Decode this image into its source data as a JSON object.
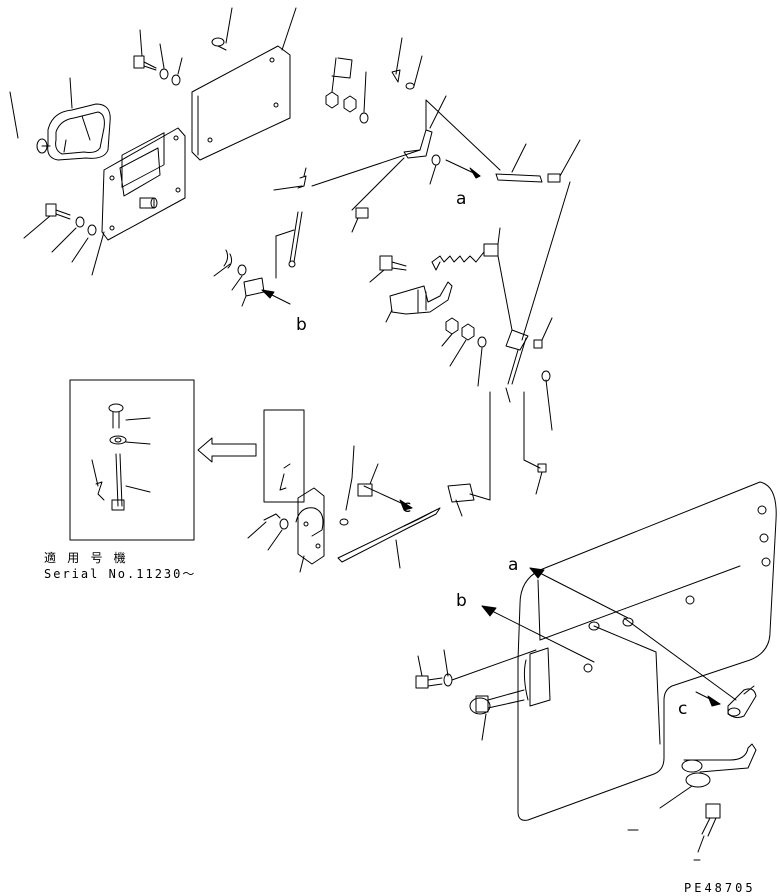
{
  "diagram": {
    "callouts": {
      "a_top": "a",
      "a_bottom": "a",
      "b_top": "b",
      "b_bottom": "b",
      "c_top": "c",
      "c_bottom": "c"
    },
    "inset": {
      "serial_heading": "適 用 号 機",
      "serial_text": "Serial No.11230～"
    },
    "drawing_code": "PE48705"
  }
}
